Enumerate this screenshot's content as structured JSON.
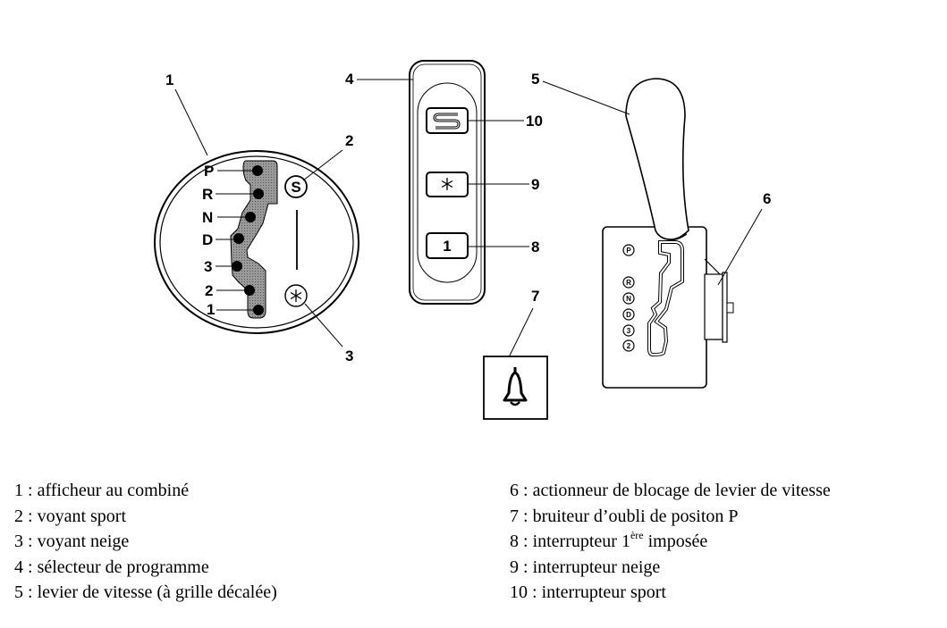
{
  "figure": {
    "callouts": [
      "1",
      "2",
      "3",
      "4",
      "5",
      "6",
      "7",
      "8",
      "9",
      "10"
    ],
    "display_gears": [
      "P",
      "R",
      "N",
      "D",
      "3",
      "2",
      "1"
    ],
    "display_indicators": {
      "sport": "S",
      "snow": "snowflake-icon"
    },
    "selector_buttons": {
      "sport": "S",
      "snow": "snowflake-icon",
      "first": "1"
    },
    "shifter_plate_gears": [
      "P",
      "R",
      "N",
      "D",
      "3",
      "2"
    ],
    "buzzer_icon": "bell-icon"
  },
  "legend": {
    "left": [
      {
        "num": "1",
        "text": "afficheur au combiné"
      },
      {
        "num": "2",
        "text": "voyant sport"
      },
      {
        "num": "3",
        "text": "voyant neige"
      },
      {
        "num": "4",
        "text": "sélecteur de programme"
      },
      {
        "num": "5",
        "text": "levier de vitesse (à grille décalée)"
      }
    ],
    "right": [
      {
        "num": "6",
        "text": "actionneur de blocage de levier de vitesse"
      },
      {
        "num": "7",
        "text": "bruiteur d’oubli de positon P"
      },
      {
        "num": "8",
        "text_before": "interrupteur 1",
        "sup": "ère",
        "text_after": " imposée"
      },
      {
        "num": "9",
        "text": "interrupteur neige"
      },
      {
        "num": "10",
        "text": "interrupteur sport"
      }
    ],
    "separator": " : "
  }
}
